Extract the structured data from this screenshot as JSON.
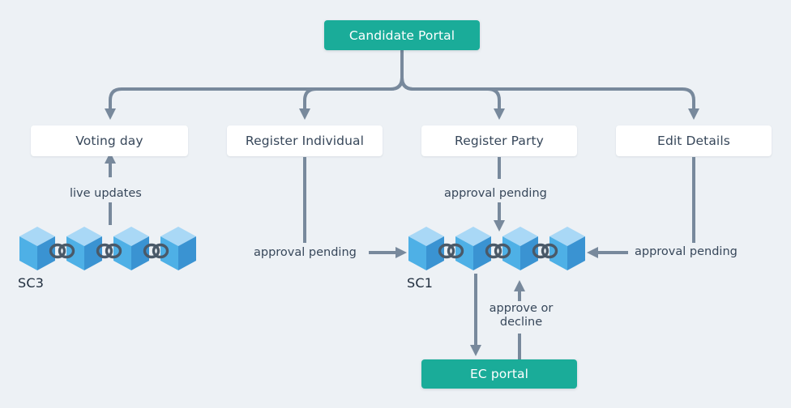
{
  "diagram": {
    "title_node": {
      "label": "Candidate Portal"
    },
    "background_color": "#edf1f5",
    "accent_color": "#1aac99",
    "node_text_color": "#37475a",
    "connector_color": "#78899c",
    "chain_colors": {
      "top_face": "#a9d8f6",
      "left_face": "#4eb0e6",
      "right_face": "#3a93d2",
      "link": "#4a5968"
    },
    "nodes": [
      {
        "id": "candidate-portal",
        "label": "Candidate Portal",
        "style": "teal"
      },
      {
        "id": "voting-day",
        "label": "Voting day",
        "style": "white"
      },
      {
        "id": "register-individual",
        "label": "Register Individual",
        "style": "white"
      },
      {
        "id": "register-party",
        "label": "Register Party",
        "style": "white"
      },
      {
        "id": "edit-details",
        "label": "Edit Details",
        "style": "white"
      },
      {
        "id": "ec-portal",
        "label": "EC portal",
        "style": "teal"
      }
    ],
    "chains": [
      {
        "id": "sc3",
        "caption": "SC3",
        "blocks": 4,
        "links": 3
      },
      {
        "id": "sc1",
        "caption": "SC1",
        "blocks": 4,
        "links": 3
      }
    ],
    "edge_labels": {
      "live_updates": "live updates",
      "approval_pending_left": "approval pending",
      "approval_pending_center": "approval pending",
      "approval_pending_right": "approval pending",
      "approve_or_decline_line1": "approve or",
      "approve_or_decline_line2": "decline"
    }
  }
}
